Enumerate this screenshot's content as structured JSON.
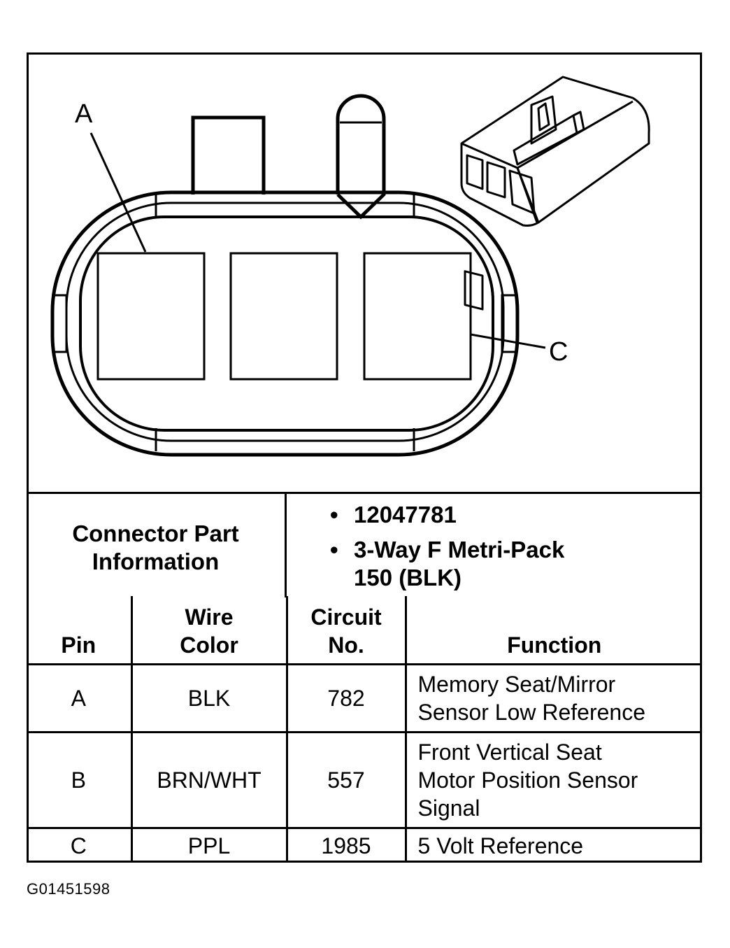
{
  "diagram": {
    "callouts": [
      "A",
      "C"
    ]
  },
  "connector_info": {
    "label": "Connector Part\nInformation",
    "items": [
      "12047781",
      "3-Way F Metri-Pack\n150 (BLK)"
    ]
  },
  "pin_table": {
    "headers": [
      "Pin",
      "Wire\nColor",
      "Circuit\nNo.",
      "Function"
    ],
    "rows": [
      {
        "pin": "A",
        "wire_color": "BLK",
        "circuit": "782",
        "function": "Memory Seat/Mirror\nSensor Low Reference"
      },
      {
        "pin": "B",
        "wire_color": "BRN/WHT",
        "circuit": "557",
        "function": "Front Vertical Seat\nMotor Position Sensor\nSignal"
      },
      {
        "pin": "C",
        "wire_color": "PPL",
        "circuit": "1985",
        "function": "5 Volt Reference"
      }
    ]
  },
  "figure_id": "G01451598"
}
